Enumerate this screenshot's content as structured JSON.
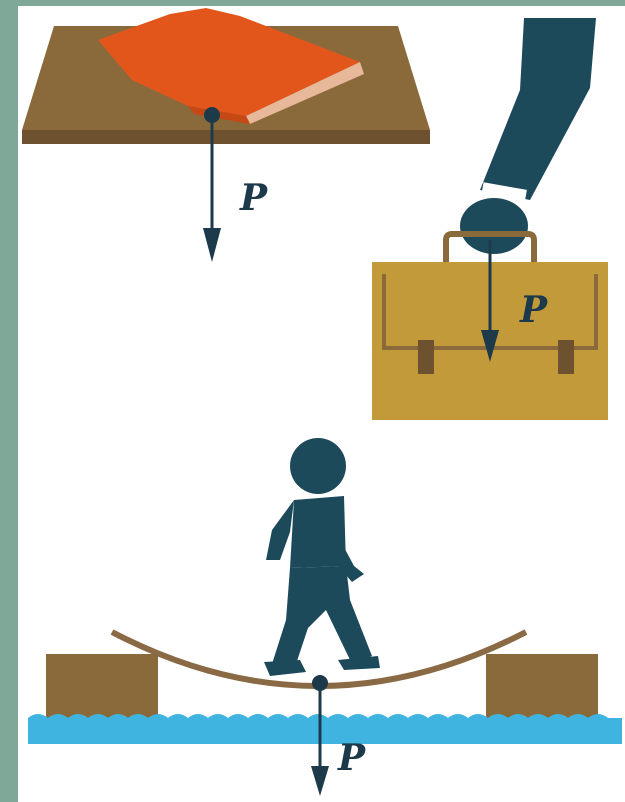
{
  "labels": {
    "book_force": "P",
    "briefcase_force": "P",
    "walker_force": "P"
  },
  "colors": {
    "frame": "#7fa898",
    "background": "#ffffff",
    "table": "#8a6a3a",
    "book": "#e2561c",
    "book_pages": "#e8b89a",
    "briefcase": "#c29a3a",
    "figure": "#1d4a5a",
    "plank": "#8a6a44",
    "water": "#3fb4e0",
    "arrow": "#1d3a4a"
  },
  "icons": [
    "book-icon",
    "table-icon",
    "hand-icon",
    "briefcase-icon",
    "person-icon",
    "bridge-icon",
    "water-icon"
  ]
}
